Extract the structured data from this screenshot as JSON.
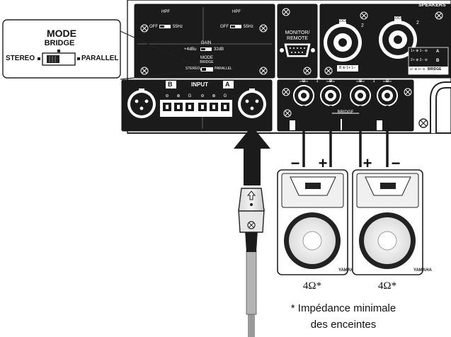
{
  "callout": {
    "title": "MODE",
    "top_option": "BRIDGE",
    "left_option": "STEREO",
    "right_option": "PARALLEL"
  },
  "panel": {
    "hpf_b": {
      "label": "HPF",
      "off": "OFF",
      "freq": "55Hz"
    },
    "hpf_a": {
      "label": "HPF",
      "off": "OFF",
      "freq": "55Hz"
    },
    "gain": {
      "label": "GAIN",
      "low": "+4dBu",
      "high": "32dB"
    },
    "mode": {
      "label": "MODE",
      "top": "BRIDGE",
      "left": "STEREO",
      "right": "PARALLEL"
    },
    "input": {
      "label": "INPUT",
      "channel_b": "B",
      "channel_a": "A",
      "terminals": [
        "⊖",
        "⊕",
        "G",
        "⊖",
        "⊕",
        "G"
      ]
    },
    "monitor": {
      "label_line1": "MONITOR/",
      "label_line2": "REMOTE"
    },
    "speakers": {
      "label": "SPEAKERS",
      "lock": "LOCK",
      "connector_num": "2",
      "legend_rows": [
        {
          "pins": "1+ ⊕ 1− ⊖",
          "channel": "A"
        },
        {
          "pins": "2+ ⊕ 2− ⊖",
          "channel": "B"
        },
        {
          "pins": "1+ ⊕ 2+ ⊖",
          "channel": "BRIDGE"
        }
      ],
      "b_legend": "B ⊕ 1+ 1−"
    },
    "binding_posts": {
      "signs": [
        "⊖",
        "1",
        "⊕",
        "⊕",
        "1",
        "⊖"
      ],
      "bridge": "BRIDGE"
    }
  },
  "polarity": [
    "−",
    "+",
    "+",
    "−"
  ],
  "speakers_out": [
    {
      "impedance": "4Ω*"
    },
    {
      "impedance": "4Ω*"
    }
  ],
  "footnote": {
    "line1": "* Impédance minimale",
    "line2": "des enceintes"
  }
}
